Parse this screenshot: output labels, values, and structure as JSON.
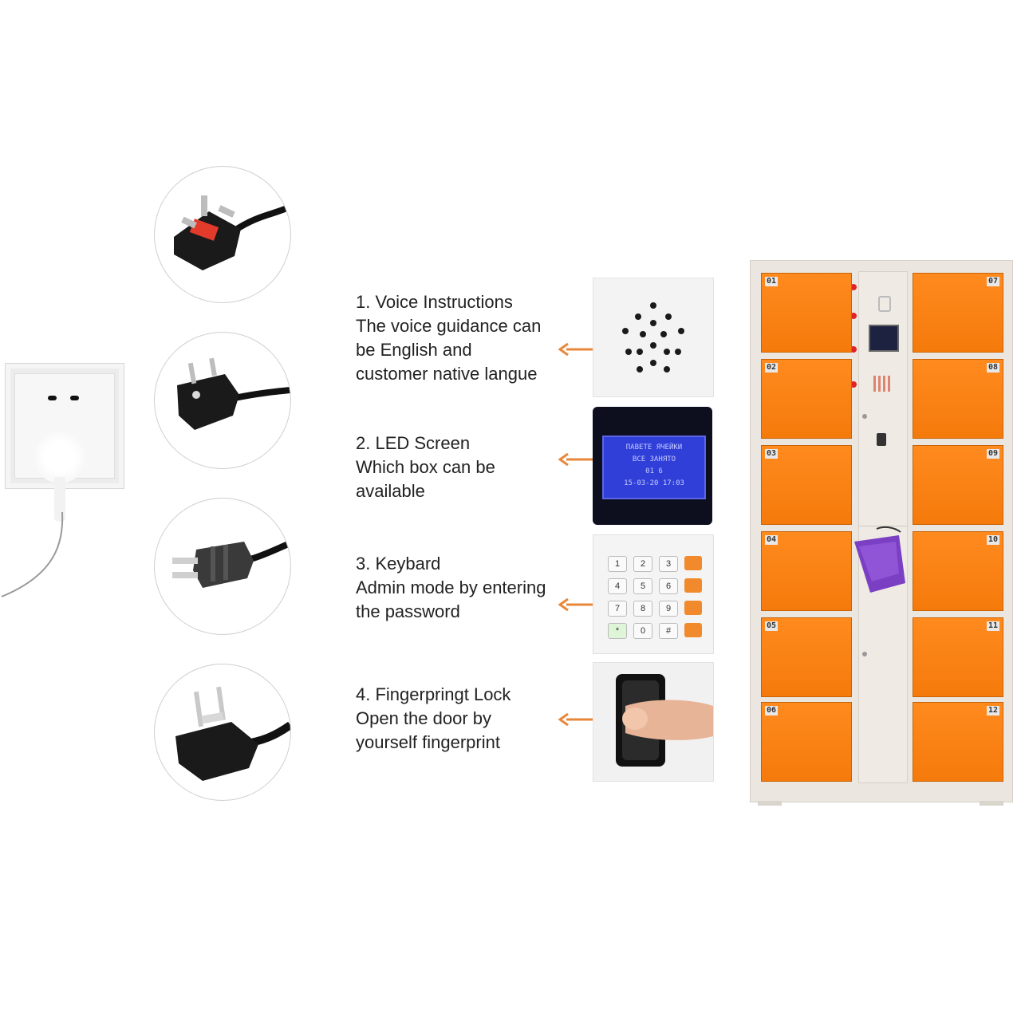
{
  "features": [
    {
      "lines": [
        "1. Voice Instructions",
        "The voice guidance can",
        "be English and",
        "customer native langue"
      ],
      "icon": "speaker-icon"
    },
    {
      "lines": [
        "2. LED Screen",
        "Which box can be",
        "available"
      ],
      "icon": "led-screen-icon"
    },
    {
      "lines": [
        "3. Keybard",
        "Admin mode by entering",
        "the password"
      ],
      "icon": "keypad-icon"
    },
    {
      "lines": [
        "4. Fingerpringt Lock",
        "Open the door by",
        "yourself fingerprint"
      ],
      "icon": "fingerprint-icon"
    }
  ],
  "plugs": [
    "uk-plug-icon",
    "china-plug-icon",
    "us-plug-icon",
    "australia-plug-icon"
  ],
  "locker": {
    "left_doors": [
      "01",
      "02",
      "03",
      "04",
      "05",
      "06"
    ],
    "right_doors": [
      "07",
      "08",
      "09",
      "10",
      "11",
      "12"
    ],
    "door_color": "#f57a0c"
  },
  "led_lines": [
    "ПАВЕТЕ ЯЧЕЙКИ",
    "ВСЕ ЗАНЯТО",
    "01 6",
    "15-03-20 17:03"
  ],
  "keypad": {
    "digits": [
      "1",
      "2",
      "3",
      "4",
      "5",
      "6",
      "7",
      "8",
      "9",
      "*",
      "0",
      "#"
    ],
    "accent_color": "#f08a2c"
  },
  "colors": {
    "arrow": "#e8873a",
    "led_blue": "#2f3fd8"
  }
}
